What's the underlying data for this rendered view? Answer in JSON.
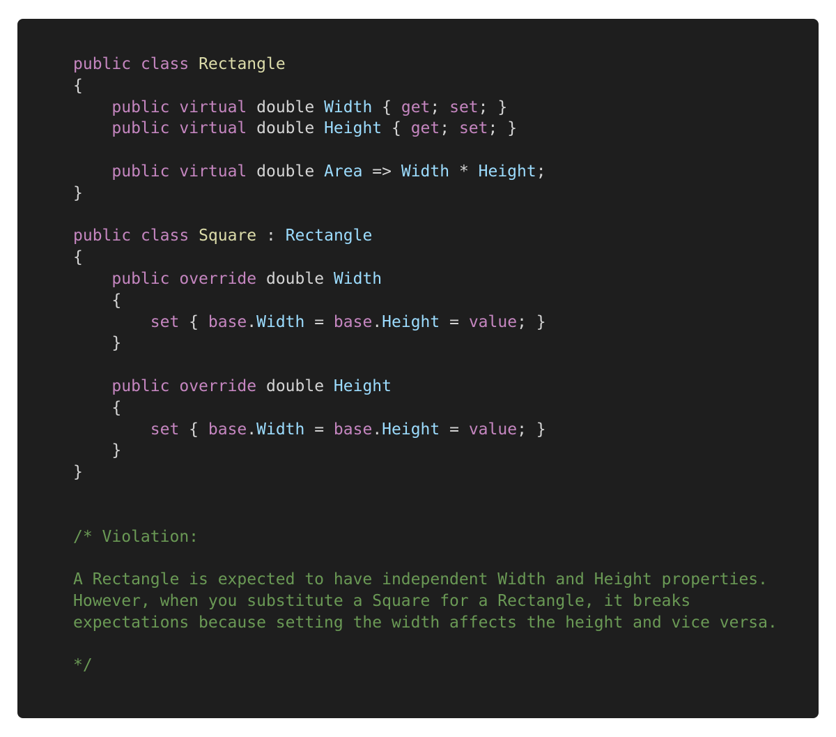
{
  "code": {
    "lines": [
      [
        [
          "public",
          "kw"
        ],
        [
          " ",
          "plain"
        ],
        [
          "class",
          "kw"
        ],
        [
          " ",
          "plain"
        ],
        [
          "Rectangle",
          "type"
        ]
      ],
      [
        [
          "{",
          "plain"
        ]
      ],
      [
        [
          "    ",
          "plain"
        ],
        [
          "public",
          "kw"
        ],
        [
          " ",
          "plain"
        ],
        [
          "virtual",
          "kw"
        ],
        [
          " double ",
          "plain"
        ],
        [
          "Width",
          "ident"
        ],
        [
          " { ",
          "plain"
        ],
        [
          "get",
          "kw"
        ],
        [
          "; ",
          "plain"
        ],
        [
          "set",
          "kw"
        ],
        [
          "; }",
          "plain"
        ]
      ],
      [
        [
          "    ",
          "plain"
        ],
        [
          "public",
          "kw"
        ],
        [
          " ",
          "plain"
        ],
        [
          "virtual",
          "kw"
        ],
        [
          " double ",
          "plain"
        ],
        [
          "Height",
          "ident"
        ],
        [
          " { ",
          "plain"
        ],
        [
          "get",
          "kw"
        ],
        [
          "; ",
          "plain"
        ],
        [
          "set",
          "kw"
        ],
        [
          "; }",
          "plain"
        ]
      ],
      [],
      [
        [
          "    ",
          "plain"
        ],
        [
          "public",
          "kw"
        ],
        [
          " ",
          "plain"
        ],
        [
          "virtual",
          "kw"
        ],
        [
          " double ",
          "plain"
        ],
        [
          "Area",
          "ident"
        ],
        [
          " => ",
          "plain"
        ],
        [
          "Width",
          "ident"
        ],
        [
          " * ",
          "plain"
        ],
        [
          "Height",
          "ident"
        ],
        [
          ";",
          "plain"
        ]
      ],
      [
        [
          "}",
          "plain"
        ]
      ],
      [],
      [
        [
          "public",
          "kw"
        ],
        [
          " ",
          "plain"
        ],
        [
          "class",
          "kw"
        ],
        [
          " ",
          "plain"
        ],
        [
          "Square",
          "type"
        ],
        [
          " : ",
          "plain"
        ],
        [
          "Rectangle",
          "ident"
        ]
      ],
      [
        [
          "{",
          "plain"
        ]
      ],
      [
        [
          "    ",
          "plain"
        ],
        [
          "public",
          "kw"
        ],
        [
          " ",
          "plain"
        ],
        [
          "override",
          "kw"
        ],
        [
          " double ",
          "plain"
        ],
        [
          "Width",
          "ident"
        ]
      ],
      [
        [
          "    {",
          "plain"
        ]
      ],
      [
        [
          "        ",
          "plain"
        ],
        [
          "set",
          "kw"
        ],
        [
          " { ",
          "plain"
        ],
        [
          "base",
          "kw"
        ],
        [
          ".",
          "plain"
        ],
        [
          "Width",
          "ident"
        ],
        [
          " = ",
          "plain"
        ],
        [
          "base",
          "kw"
        ],
        [
          ".",
          "plain"
        ],
        [
          "Height",
          "ident"
        ],
        [
          " = ",
          "plain"
        ],
        [
          "value",
          "kw"
        ],
        [
          "; }",
          "plain"
        ]
      ],
      [
        [
          "    }",
          "plain"
        ]
      ],
      [],
      [
        [
          "    ",
          "plain"
        ],
        [
          "public",
          "kw"
        ],
        [
          " ",
          "plain"
        ],
        [
          "override",
          "kw"
        ],
        [
          " double ",
          "plain"
        ],
        [
          "Height",
          "ident"
        ]
      ],
      [
        [
          "    {",
          "plain"
        ]
      ],
      [
        [
          "        ",
          "plain"
        ],
        [
          "set",
          "kw"
        ],
        [
          " { ",
          "plain"
        ],
        [
          "base",
          "kw"
        ],
        [
          ".",
          "plain"
        ],
        [
          "Width",
          "ident"
        ],
        [
          " = ",
          "plain"
        ],
        [
          "base",
          "kw"
        ],
        [
          ".",
          "plain"
        ],
        [
          "Height",
          "ident"
        ],
        [
          " = ",
          "plain"
        ],
        [
          "value",
          "kw"
        ],
        [
          "; }",
          "plain"
        ]
      ],
      [
        [
          "    }",
          "plain"
        ]
      ],
      [
        [
          "}",
          "plain"
        ]
      ],
      [],
      [],
      [
        [
          "/* Violation:",
          "comment"
        ]
      ],
      [],
      [
        [
          "A Rectangle is expected to have independent Width and Height properties.",
          "comment"
        ]
      ],
      [
        [
          "However, when you substitute a Square for a Rectangle, it breaks",
          "comment"
        ]
      ],
      [
        [
          "expectations because setting the width affects the height and vice versa.",
          "comment"
        ]
      ],
      [],
      [
        [
          "*/",
          "comment"
        ]
      ]
    ]
  },
  "colors": {
    "background": "#1e1e1e",
    "keyword": "#c586c0",
    "type": "#dcdcaa",
    "identifier": "#9cdcfe",
    "plain": "#d4d4d4",
    "comment": "#6a9955"
  }
}
